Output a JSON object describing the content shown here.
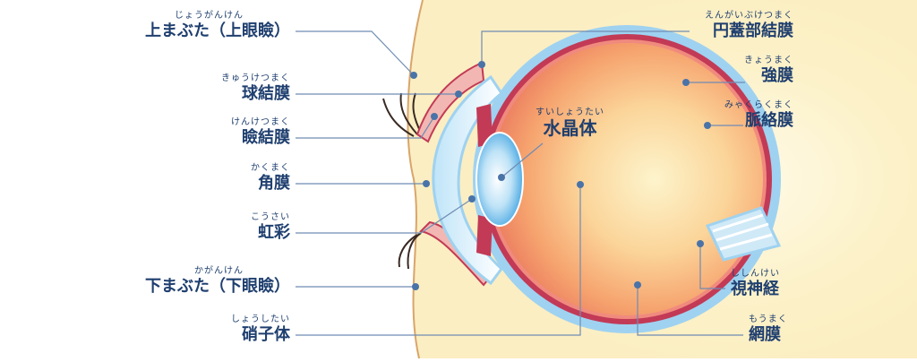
{
  "labels": {
    "upper_eyelid": {
      "reading": "じょうがんけん",
      "text": "上まぶた（上眼瞼）"
    },
    "bulbar_conjunctiva": {
      "reading": "きゅうけつまく",
      "text": "球結膜"
    },
    "palpebral_conjunctiva": {
      "reading": "けんけつまく",
      "text": "瞼結膜"
    },
    "cornea": {
      "reading": "かくまく",
      "text": "角膜"
    },
    "iris": {
      "reading": "こうさい",
      "text": "虹彩"
    },
    "lower_eyelid": {
      "reading": "かがんけん",
      "text": "下まぶた（下眼瞼）"
    },
    "vitreous": {
      "reading": "しょうしたい",
      "text": "硝子体"
    },
    "lens": {
      "reading": "すいしょうたい",
      "text": "水晶体"
    },
    "ciliary_conjunctiva": {
      "reading": "えんがいぶけつまく",
      "text": "円蓋部結膜"
    },
    "sclera": {
      "reading": "きょうまく",
      "text": "強膜"
    },
    "choroid": {
      "reading": "みゃくらくまく",
      "text": "脈絡膜"
    },
    "optic_nerve": {
      "reading": "ししんけい",
      "text": "視神経"
    },
    "retina": {
      "reading": "もうまく",
      "text": "網膜"
    }
  },
  "colors": {
    "label_text": "#1f3f6f",
    "leader_line": "#6f8cb4",
    "dot": "#4a73a8",
    "skin": "#fbeec2",
    "eyelid_edge": "#d9a56a",
    "sclera_blue": "#9fd2f0",
    "choroid_red": "#c23a56",
    "eyeball_inner": "#f6a36e"
  }
}
